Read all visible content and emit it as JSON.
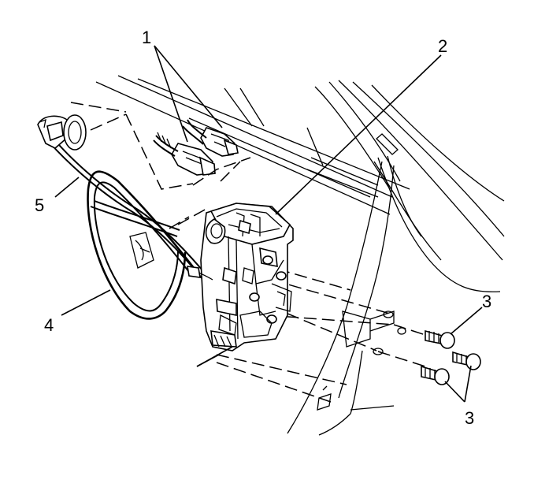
{
  "callouts": {
    "c1": "1",
    "c2": "2",
    "c3_upper": "3",
    "c3_lower": "3",
    "c4": "4",
    "c5": "5"
  }
}
